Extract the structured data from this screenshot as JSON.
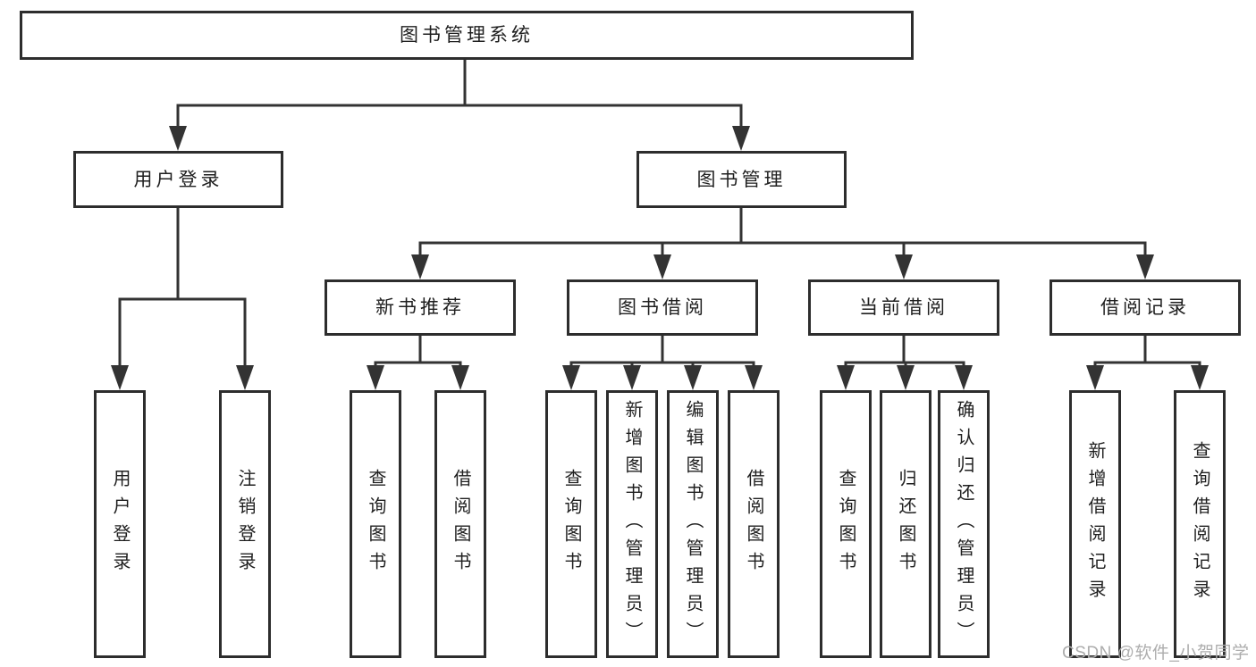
{
  "diagram": {
    "root_label": "图书管理系统",
    "level1": [
      {
        "label": "用户登录",
        "children": [
          "用户登录",
          "注销登录"
        ]
      },
      {
        "label": "图书管理",
        "groups": [
          {
            "label": "新书推荐",
            "children": [
              "查询图书",
              "借阅图书"
            ]
          },
          {
            "label": "图书借阅",
            "children": [
              "查询图书",
              "新增图书（管理员）",
              "编辑图书（管理员）",
              "借阅图书"
            ]
          },
          {
            "label": "当前借阅",
            "children": [
              "查询图书",
              "归还图书",
              "确认归还（管理员）"
            ]
          },
          {
            "label": "借阅记录",
            "children": [
              "新增借阅记录",
              "查询借阅记录"
            ]
          }
        ]
      }
    ]
  },
  "watermark": {
    "text": "CSDN @软件_小贺同学"
  },
  "colors": {
    "line": "#333333",
    "box_border": "#2d2d2d",
    "text": "#1f1f1f",
    "watermark": "#adadad",
    "background": "#ffffff"
  }
}
